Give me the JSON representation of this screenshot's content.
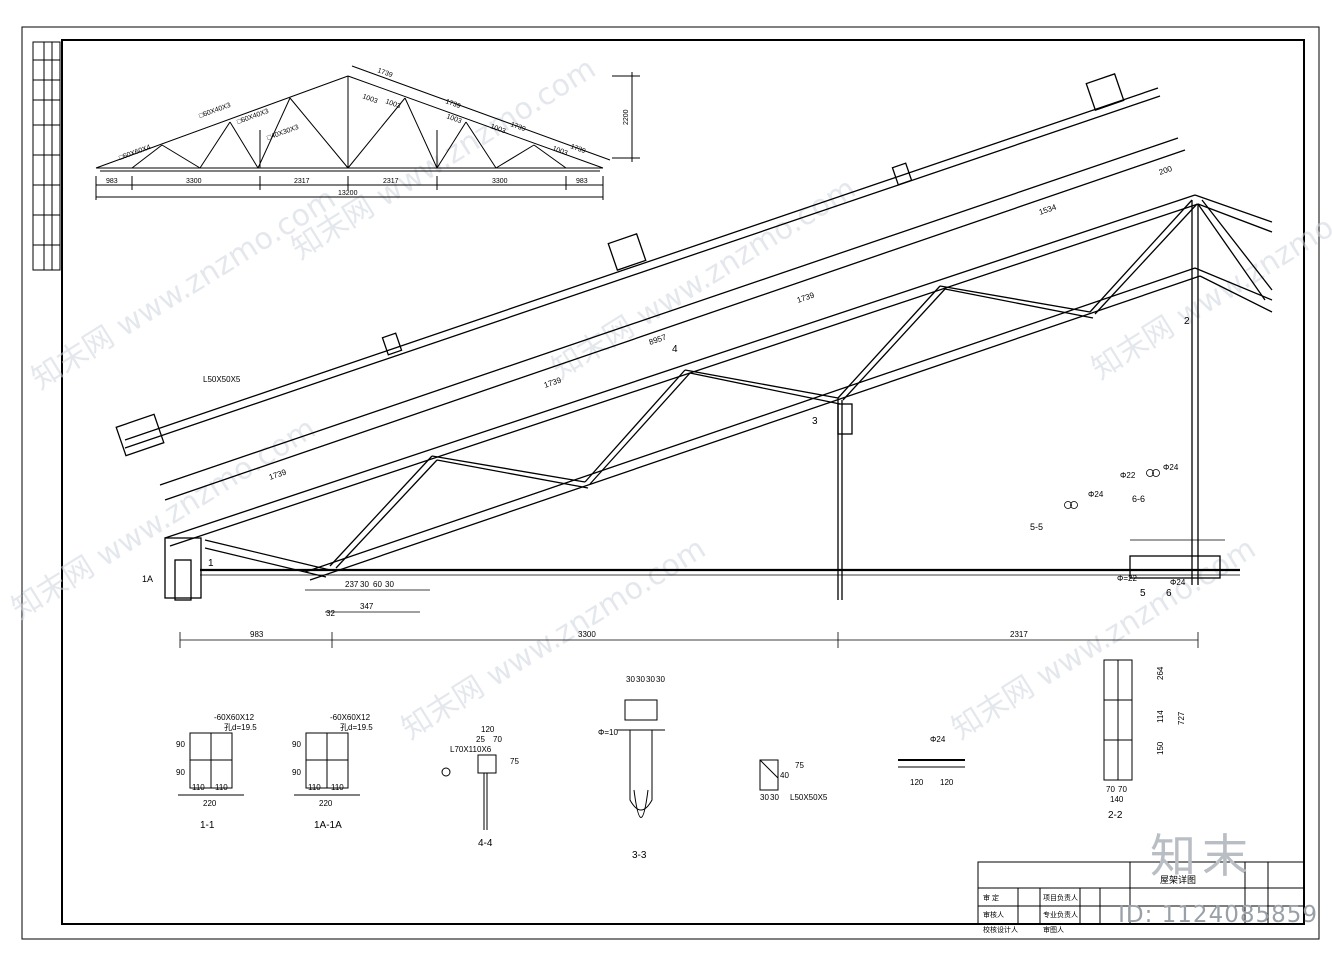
{
  "truss_overview": {
    "top_dims": [
      "1739",
      "1739",
      "1739",
      "1739"
    ],
    "member_labels": [
      "□60X60X4",
      "□60X40X3",
      "□60X40X3",
      "□40X30X3",
      "1003",
      "1003",
      "1003",
      "1003",
      "1003"
    ],
    "bottom_dims": [
      "983",
      "3300",
      "2317",
      "2317",
      "3300",
      "983"
    ],
    "total_span": "13200",
    "height": "2200"
  },
  "elevation": {
    "dims_upper": [
      "1739",
      "1739",
      "1739",
      "8957",
      "1534",
      "200"
    ],
    "bottom_dims": [
      "983",
      "3300",
      "2317"
    ],
    "support_labels": [
      "237",
      "30",
      "60",
      "30",
      "347",
      "32"
    ],
    "section_marks": [
      "1",
      "1A",
      "2",
      "3",
      "4",
      "5",
      "6"
    ],
    "rod_labels": [
      "Φ=22",
      "Φ24",
      "Φ24",
      "Φ22",
      "Φ24"
    ],
    "angle_label": "L50X50X5"
  },
  "details": [
    {
      "name": "1-1",
      "note": "-60X60X12",
      "hole": "孔d=19.5",
      "dims": [
        "220",
        "110",
        "110",
        "90",
        "90"
      ]
    },
    {
      "name": "1A-1A",
      "note": "-60X60X12",
      "hole": "孔d=19.5",
      "dims": [
        "220",
        "110",
        "110",
        "90",
        "90"
      ]
    },
    {
      "name": "4-4",
      "note": "L70X110X6",
      "dims": [
        "120",
        "75",
        "25",
        "70"
      ]
    },
    {
      "name": "3-3",
      "note": "Φ=10",
      "dims": [
        "30",
        "30",
        "30",
        "30"
      ]
    },
    {
      "name": "L50X50X5",
      "dims": [
        "40",
        "75",
        "30",
        "30"
      ]
    },
    {
      "name": "Φ24",
      "dims": [
        "120",
        "120"
      ]
    },
    {
      "name": "2-2",
      "dims": [
        "727",
        "264",
        "114",
        "150",
        "70",
        "70",
        "140"
      ]
    }
  ],
  "section_labels": [
    "5-5",
    "6-6"
  ],
  "title_block": {
    "rows": [
      "审 定",
      "审核人",
      "校核设计人"
    ],
    "cols": [
      "项目负责人",
      "专业负责人",
      "审图人"
    ],
    "drawing": "屋架详图"
  },
  "watermark": "知末网 www.znzmo.com",
  "brand": "知末",
  "doc_id": "ID: 1124085859"
}
